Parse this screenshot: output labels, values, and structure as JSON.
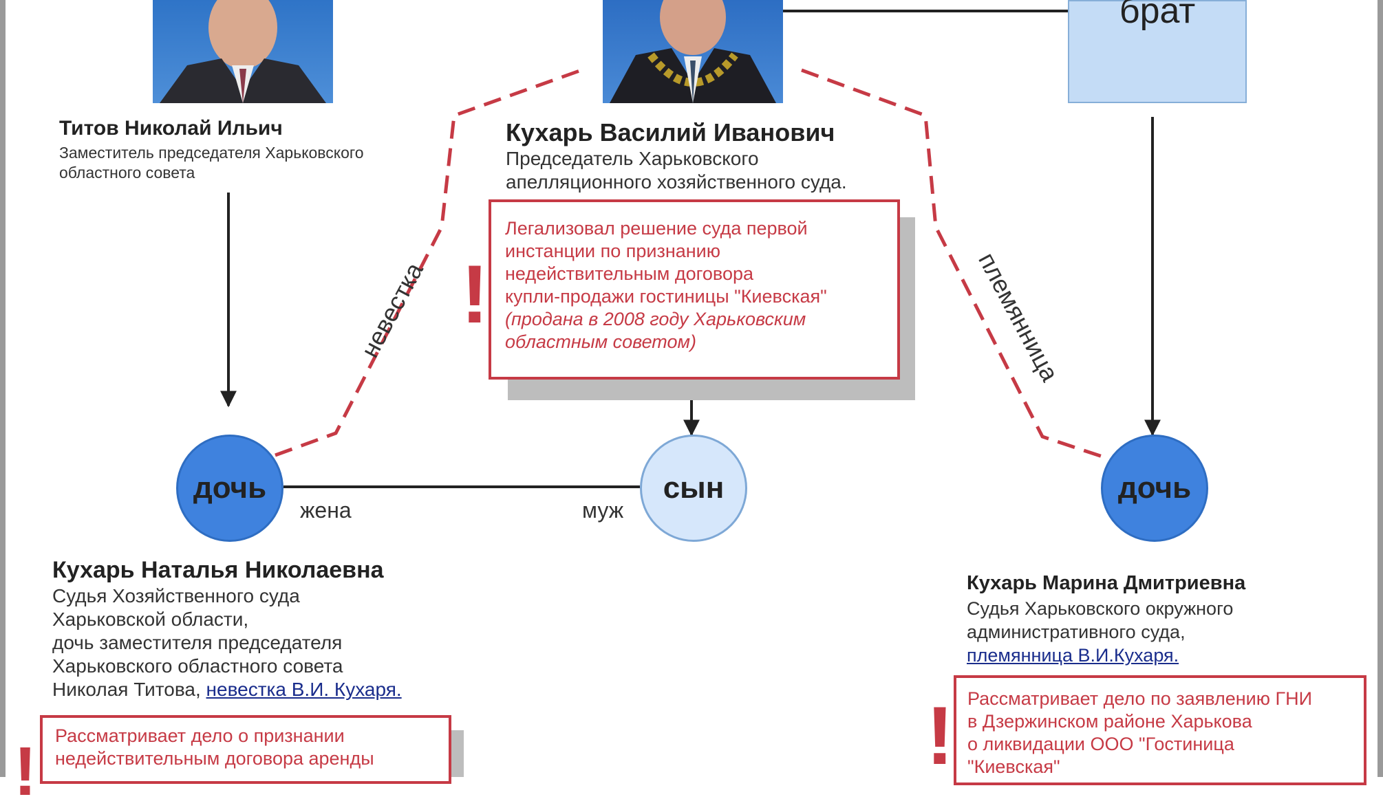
{
  "people": {
    "titov": {
      "name": "Титов Николай Ильич",
      "desc": [
        "Заместитель председателя Харьковского",
        "областного совета"
      ]
    },
    "kukhar_vi": {
      "name": "Кухарь Василий Иванович",
      "desc": [
        "Председатель Харьковского",
        "апелляционного хозяйственного суда."
      ]
    },
    "brother": {
      "label": "брат"
    },
    "natalya": {
      "name": "Кухарь Наталья Николаевна",
      "desc": [
        "Судья Хозяйственного суда",
        "Харьковской области,",
        "дочь заместителя председателя",
        "Харьковского областного совета",
        "Николая Титова,"
      ],
      "link": "невестка В.И. Кухаря."
    },
    "marina": {
      "name": "Кухарь Марина Дмитриевна",
      "desc": [
        "Судья Харьковского окружного",
        "административного суда,"
      ],
      "link": "племянница В.И.Кухаря."
    }
  },
  "circles": {
    "daughter_left": "дочь",
    "son": "сын",
    "daughter_right": "дочь"
  },
  "relations": {
    "wife": "жена",
    "husband": "муж",
    "daughter_in_law": "невестка",
    "niece": "племянница"
  },
  "notes": {
    "center": {
      "mark": "!",
      "lines": [
        "Легализовал решение суда первой",
        "инстанции по признанию",
        "недействительным договора",
        "купли-продажи гостиницы \"Киевская\""
      ],
      "italic_lines": [
        "(продана в 2008 году Харьковским",
        "областным советом)"
      ]
    },
    "left": {
      "mark": "!",
      "lines": [
        "Рассматривает дело о признании",
        "недействительным договора аренды"
      ]
    },
    "right": {
      "mark": "!",
      "lines": [
        "Рассматривает дело по заявлению ГНИ",
        "в Дзержинском районе Харькова",
        "о ликвидации ООО \"Гостиница",
        "\"Киевская\""
      ]
    }
  },
  "colors": {
    "accent_red": "#c63a45",
    "dark_blue": "#3f82de",
    "light_blue": "#d6e7fb",
    "link_blue": "#1a2d8c"
  }
}
